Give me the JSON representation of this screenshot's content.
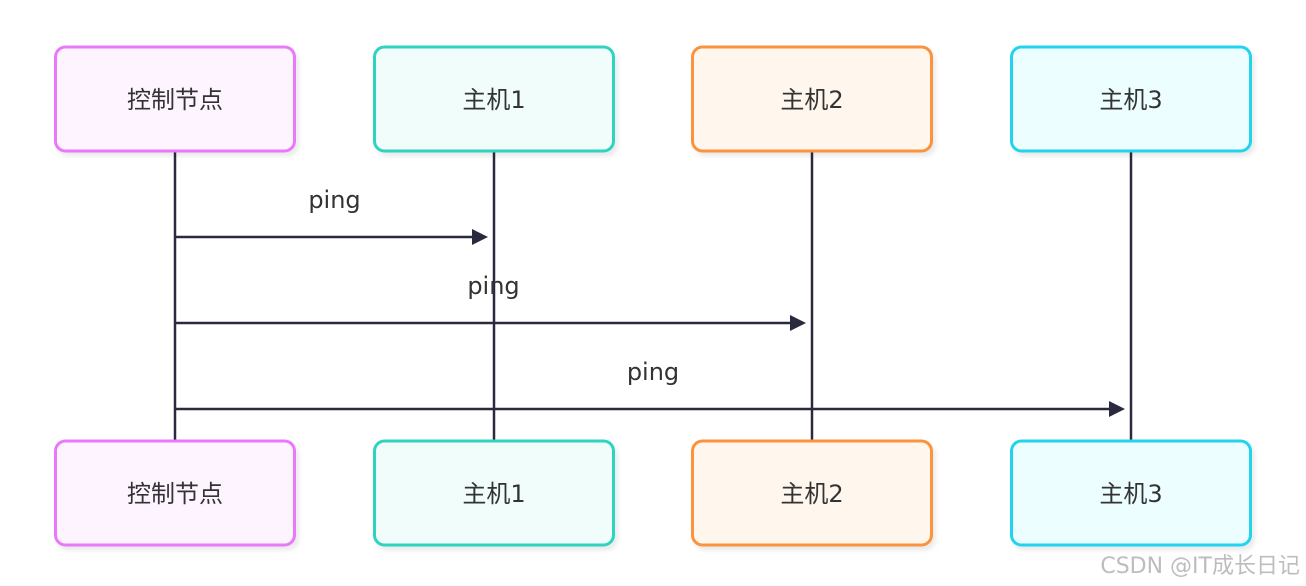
{
  "diagram": {
    "type": "sequence",
    "participants": [
      {
        "label": "控制节点",
        "border": "#e879f9",
        "fill": "#fdf4ff"
      },
      {
        "label": "主机1",
        "border": "#2dd4bf",
        "fill": "#f0fdfa"
      },
      {
        "label": "主机2",
        "border": "#fb923c",
        "fill": "#fff7ed"
      },
      {
        "label": "主机3",
        "border": "#22d3ee",
        "fill": "#ecfeff"
      }
    ],
    "messages": [
      {
        "from": 0,
        "to": 1,
        "label": "ping"
      },
      {
        "from": 0,
        "to": 2,
        "label": "ping"
      },
      {
        "from": 0,
        "to": 3,
        "label": "ping"
      }
    ],
    "line_color": "#2a2a3e"
  },
  "watermark": "CSDN @IT成长日记"
}
